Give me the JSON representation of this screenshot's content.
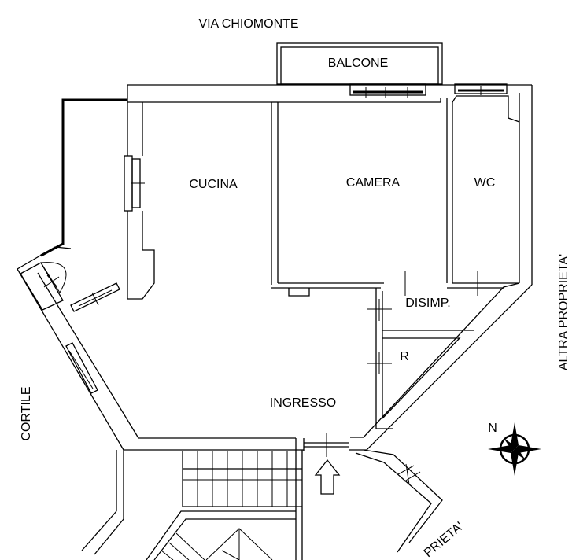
{
  "labels": {
    "street_north": "VIA CHIOMONTE",
    "balcony": "BALCONE",
    "kitchen": "CUCINA",
    "bedroom": "CAMERA",
    "bathroom": "WC",
    "hallway": "DISIMP.",
    "closet": "R",
    "entrance": "INGRESSO",
    "courtyard": "CORTILE",
    "neighbor_east": "ALTRA PROPRIETA'",
    "neighbor_south": "PRIETA'"
  },
  "compass": {
    "north_letter": "N",
    "icon": "compass-rose-icon"
  },
  "colors": {
    "line": "#000000",
    "background": "#ffffff"
  }
}
